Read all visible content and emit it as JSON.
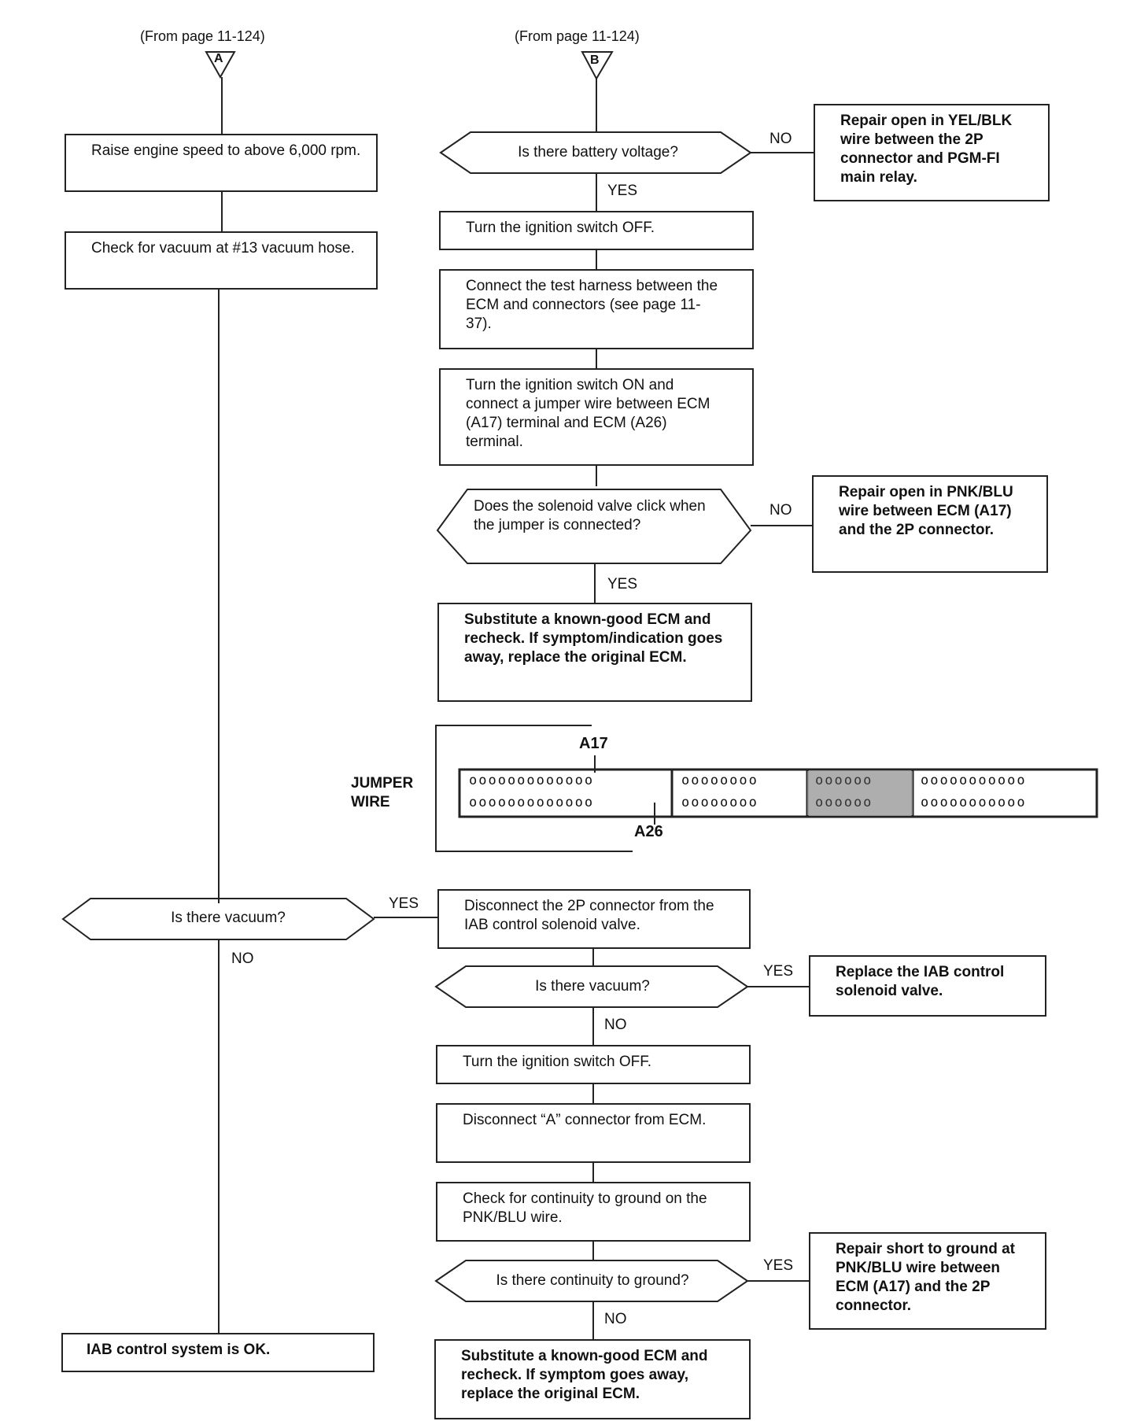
{
  "left": {
    "from_label": "(From page 11-124)",
    "marker": "A",
    "step1": "Raise engine speed to above 6,000 rpm.",
    "step2": "Check for vacuum at #13 vacuum hose.",
    "decision_vacuum": "Is there vacuum?",
    "yes": "YES",
    "no": "NO",
    "ok_box": "IAB control system is OK."
  },
  "right": {
    "from_label": "(From page 11-124)",
    "marker": "B",
    "d_battery": "Is there battery voltage?",
    "d_battery_no": "NO",
    "repair_yel_blk": "Repair open in YEL/BLK wire between the 2P connector and PGM-FI main relay.",
    "d_battery_yes": "YES",
    "s_ign_off_1": "Turn the ignition switch OFF.",
    "s_connect_harness": "Connect the test harness between the ECM and connectors (see page 11-37).",
    "s_jumper": "Turn the ignition switch ON and connect a jumper wire between ECM (A17) terminal and ECM (A26) terminal.",
    "d_click": "Does the solenoid valve click when the jumper is connected?",
    "d_click_no": "NO",
    "repair_pnk_blu": "Repair open in PNK/BLU wire between ECM (A17) and the 2P connector.",
    "d_click_yes": "YES",
    "substitute_1": "Substitute a known-good ECM and recheck. If symptom/indication goes away, replace the original ECM.",
    "s_disconnect_2p": "Disconnect the 2P connector from the IAB control solenoid valve.",
    "d_vacuum2": "Is there vacuum?",
    "d_vacuum2_yes": "YES",
    "replace_valve": "Replace the IAB control solenoid valve.",
    "d_vacuum2_no": "NO",
    "s_ign_off_2": "Turn the ignition switch OFF.",
    "s_disconnect_a": "Disconnect “A” connector from ECM.",
    "s_continuity": "Check for continuity to ground on the PNK/BLU wire.",
    "d_continuity": "Is there continuity to ground?",
    "d_continuity_yes": "YES",
    "repair_short": "Repair short to ground at PNK/BLU wire between ECM (A17) and the 2P connector.",
    "d_continuity_no": "NO",
    "substitute_2": "Substitute a known-good ECM and recheck. If symptom goes away, replace the original ECM."
  },
  "connector": {
    "label": "JUMPER WIRE",
    "pin_top": "A17",
    "pin_bottom": "A26",
    "row_a": "ooooooooooooo",
    "row_b": "oooooooo",
    "row_c": "oooooo",
    "row_d": "ooooooooooo"
  }
}
